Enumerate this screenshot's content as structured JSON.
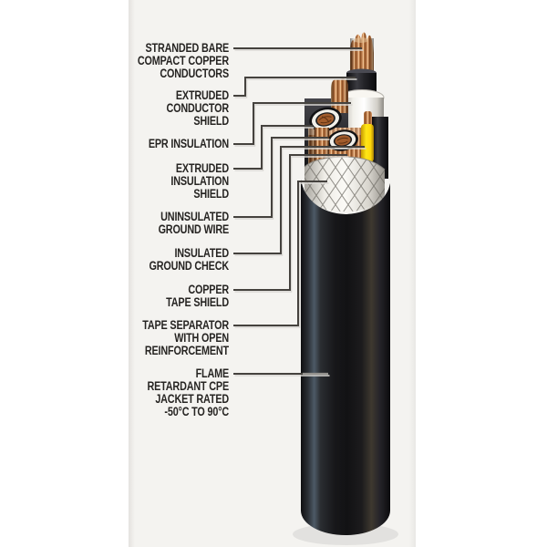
{
  "diagram": {
    "type": "labeled-cutaway-illustration",
    "subject": "Shielded three-conductor power cable cutaway",
    "labels": [
      {
        "id": "stranded-bare-compact-copper-conductors",
        "text": "STRANDED BARE\nCOMPACT COPPER\nCONDUCTORS"
      },
      {
        "id": "extruded-conductor-shield",
        "text": "EXTRUDED\nCONDUCTOR\nSHIELD"
      },
      {
        "id": "epr-insulation",
        "text": "EPR INSULATION"
      },
      {
        "id": "extruded-insulation-shield",
        "text": "EXTRUDED\nINSULATION\nSHIELD"
      },
      {
        "id": "uninsulated-ground-wire",
        "text": "UNINSULATED\nGROUND WIRE"
      },
      {
        "id": "insulated-ground-check",
        "text": "INSULATED\nGROUND CHECK"
      },
      {
        "id": "copper-tape-shield",
        "text": "COPPER\nTAPE SHIELD"
      },
      {
        "id": "tape-separator-with-open-reinforcement",
        "text": "TAPE SEPARATOR\nWITH OPEN\nREINFORCEMENT"
      },
      {
        "id": "flame-retardant-cpe-jacket",
        "text": "FLAME\nRETARDANT CPE\nJACKET RATED\n-50°C TO 90°C"
      }
    ],
    "palette": {
      "page-bg": "#ffffff",
      "panel-bg": "#f4f3f0",
      "label-color": "#262422",
      "line-color": "#45423e",
      "line-emboss": "#d8d6d2",
      "copper": "#c8895a",
      "copper-dark": "#8f5226",
      "copper-light": "#edbe8d",
      "jacket-black": "#141416",
      "insulation-white": "#f6f4ef",
      "ground-check-yellow": "#ffe617",
      "separator-white": "#ece9e3"
    }
  }
}
